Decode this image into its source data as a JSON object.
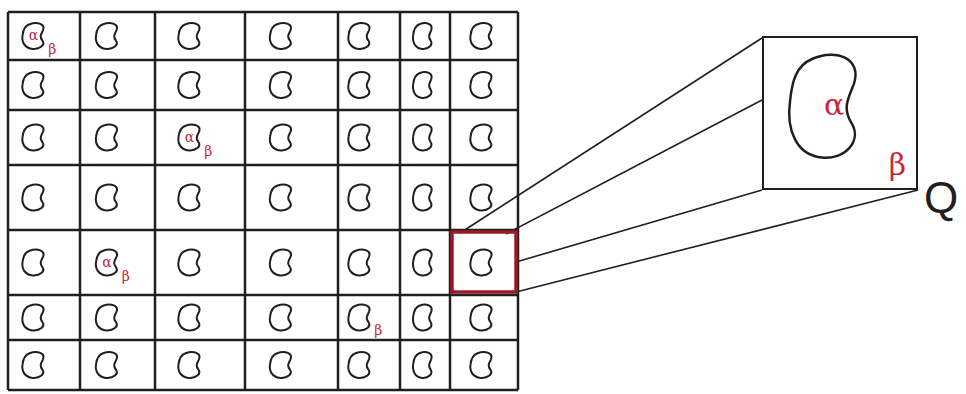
{
  "diagram": {
    "nodes": [
      {
        "text": [
          "α",
          "β"
        ]
      },
      {
        "text": [
          "α",
          "β"
        ]
      },
      {
        "text": [
          "α",
          "β"
        ]
      },
      {
        "text": [
          "β"
        ]
      },
      {
        "text": [
          "α",
          "β"
        ]
      }
    ],
    "labels": [
      "Q"
    ]
  }
}
